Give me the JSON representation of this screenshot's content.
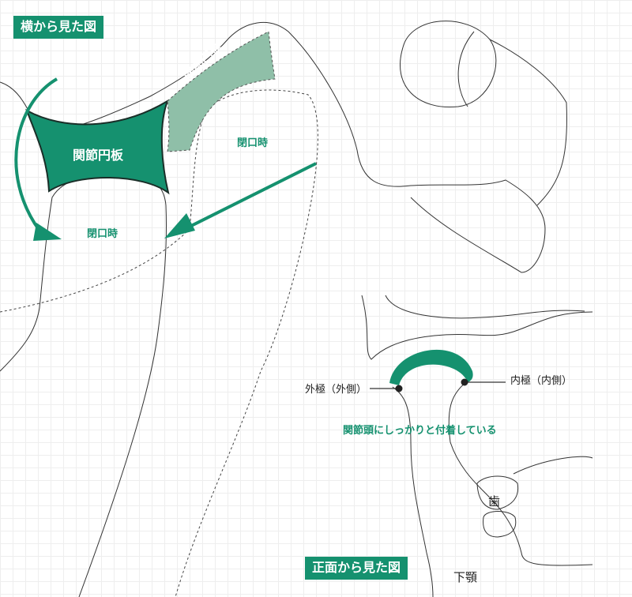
{
  "side_view": {
    "title": "横から見た図",
    "disc_label_closed": "関節円板",
    "disc_label_open": "関節円板",
    "label_closed": "閉口時",
    "label_open": "閉口時"
  },
  "front_view": {
    "title": "正面から見た図",
    "outer_pole": "外極（外側）",
    "inner_pole": "内極（内側）",
    "attached_note": "関節頭にしっかりと付着している",
    "teeth": "歯",
    "mandible": "下顎"
  },
  "colors": {
    "accent": "#15916f",
    "accent_light": "#8fbfa8",
    "line": "#333333"
  }
}
